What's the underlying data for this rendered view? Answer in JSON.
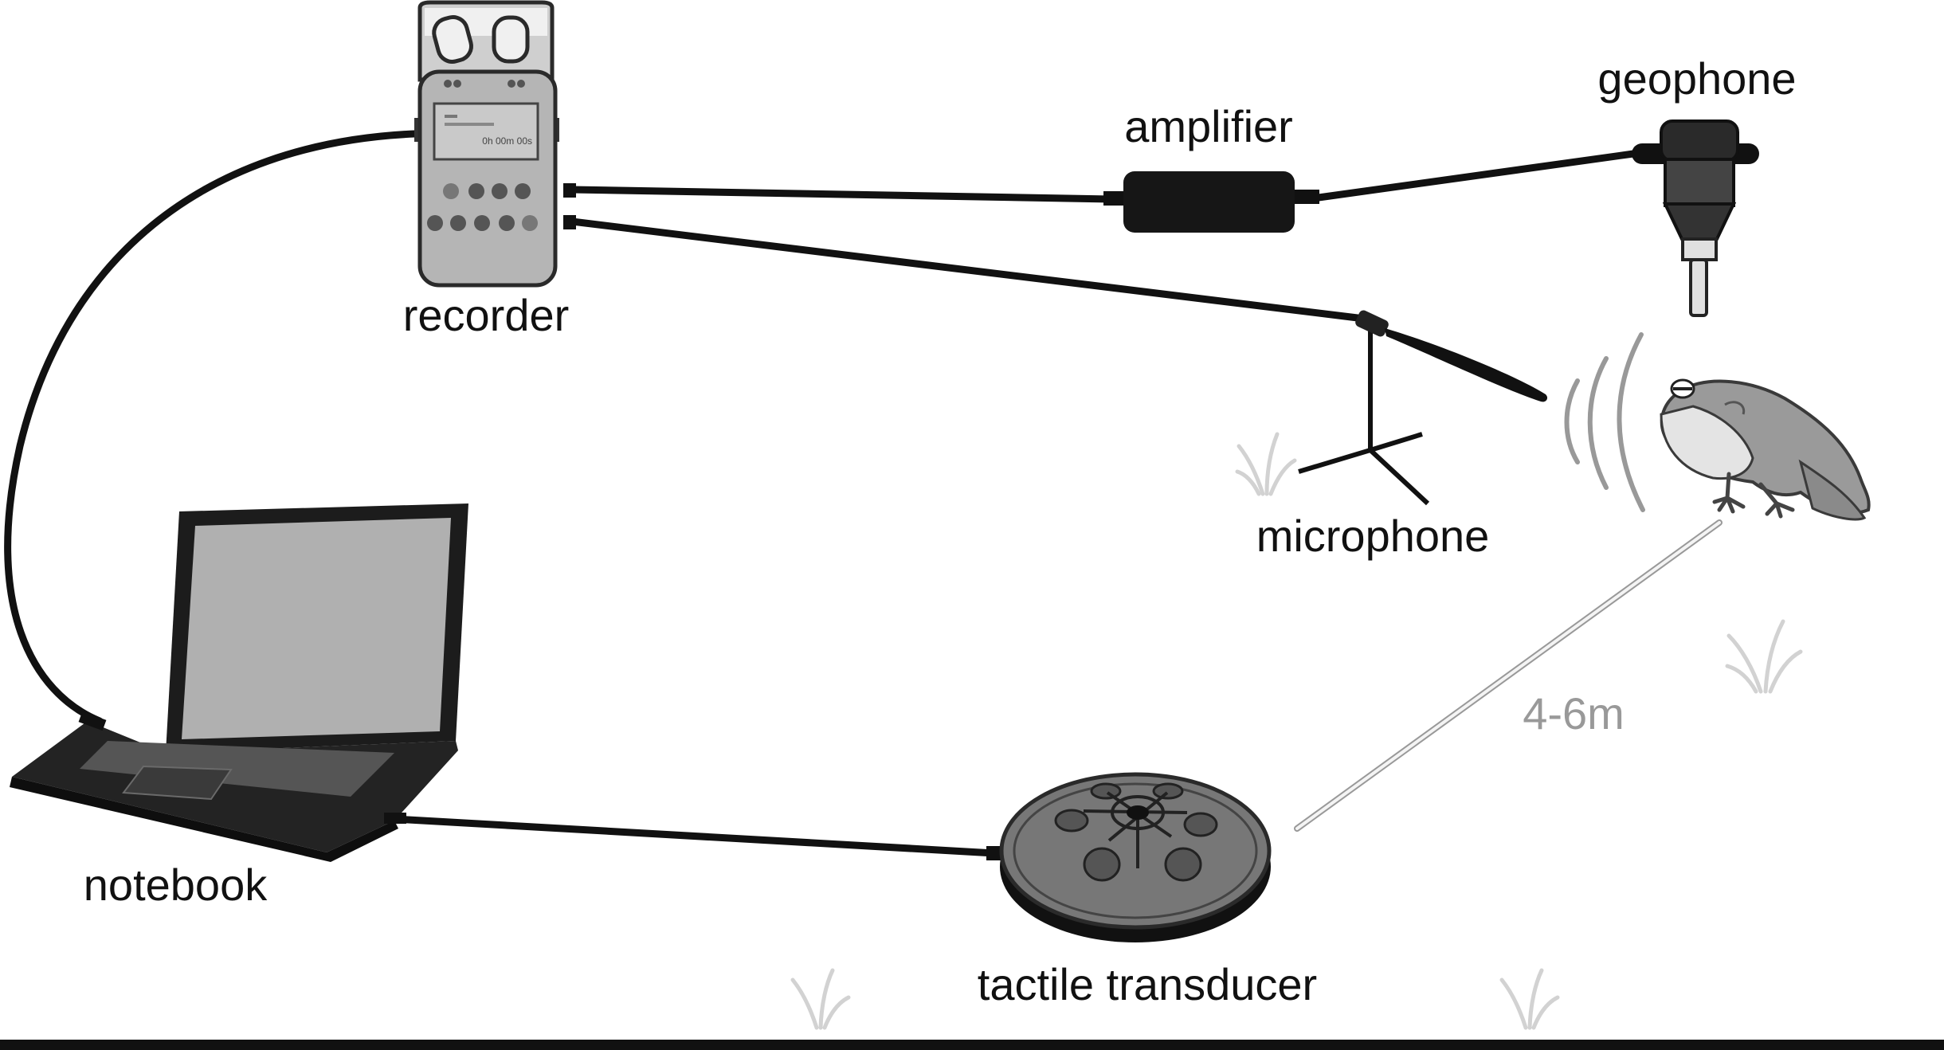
{
  "labels": {
    "recorder": "recorder",
    "amplifier": "amplifier",
    "geophone": "geophone",
    "microphone": "microphone",
    "notebook": "notebook",
    "tactile_transducer": "tactile transducer",
    "distance": "4-6m"
  },
  "recorder_display": {
    "time": "0h 00m 00s"
  },
  "colors": {
    "cable": "#111111",
    "device_body": "#b5b5b5",
    "dark_device": "#1c1c1c",
    "distance_line": "#c8c8c8",
    "distance_text": "#999999",
    "grass": "#d2d2d2"
  }
}
